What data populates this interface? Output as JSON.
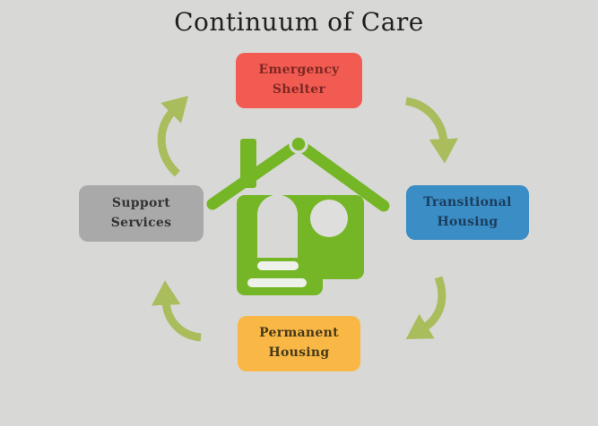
{
  "title": "Continuum of Care",
  "colors": {
    "background": "#d8d8d6",
    "house_green": "#74b625",
    "arrow_green": "#a9bd5c",
    "title_text": "#1f1f1f"
  },
  "nodes": [
    {
      "id": "emergency-shelter",
      "lines": [
        "Emergency",
        "Shelter"
      ],
      "bg": "#f15b52",
      "text_color": "#7f2823"
    },
    {
      "id": "transitional-housing",
      "lines": [
        "Transitional",
        "Housing"
      ],
      "bg": "#3a8dc5",
      "text_color": "#1b3c5c"
    },
    {
      "id": "permanent-housing",
      "lines": [
        "Permanent",
        "Housing"
      ],
      "bg": "#f9b846",
      "text_color": "#473a1a"
    },
    {
      "id": "support-services",
      "lines": [
        "Support",
        "Services"
      ],
      "bg": "#a9a9a9",
      "text_color": "#343434"
    }
  ],
  "center_icon": "house-icon",
  "arrows": [
    {
      "icon": "curved-arrow-icon",
      "position": "top-right",
      "from": "emergency-shelter",
      "to": "transitional-housing"
    },
    {
      "icon": "curved-arrow-icon",
      "position": "bottom-right",
      "from": "transitional-housing",
      "to": "permanent-housing"
    },
    {
      "icon": "curved-arrow-icon",
      "position": "bottom-left",
      "from": "permanent-housing",
      "to": "support-services"
    },
    {
      "icon": "curved-arrow-icon",
      "position": "top-left",
      "from": "support-services",
      "to": "emergency-shelter"
    }
  ],
  "flow_direction": "clockwise"
}
